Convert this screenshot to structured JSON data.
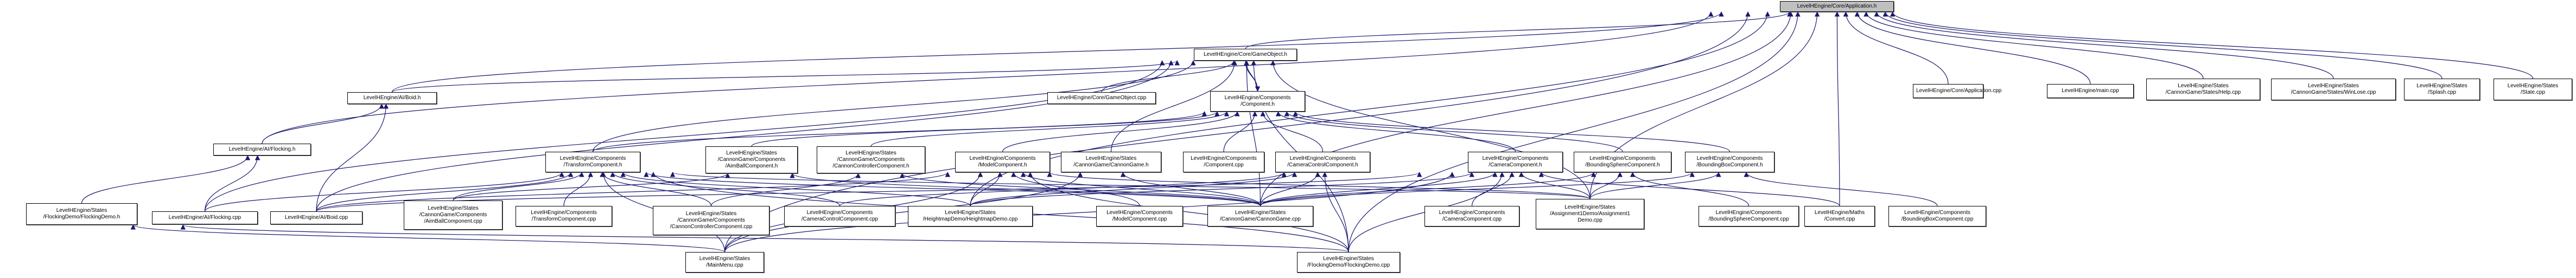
{
  "graph": {
    "title": "LevelHEngine/Core/Application.h include dependency graph",
    "edge_color": "#191970",
    "root_fill": "#bfbfbf",
    "node_fill": "#ffffff",
    "nodes": [
      {
        "id": "app_h",
        "lines": [
          "LevelHEngine/Core/Application.h"
        ],
        "root": true
      },
      {
        "id": "gameobject_h",
        "lines": [
          "LevelHEngine/Core/GameObject.h"
        ]
      },
      {
        "id": "app_cpp",
        "lines": [
          "LevelHEngine/Core/Application.cpp"
        ]
      },
      {
        "id": "main_cpp",
        "lines": [
          "LevelHEngine/main.cpp"
        ]
      },
      {
        "id": "help_cpp",
        "lines": [
          "LevelHEngine/States",
          "/CannonGame/States/Help.cpp"
        ]
      },
      {
        "id": "winlose_cpp",
        "lines": [
          "LevelHEngine/States",
          "/CannonGame/States/WinLose.cpp"
        ]
      },
      {
        "id": "splash_cpp",
        "lines": [
          "LevelHEngine/States",
          "/Splash.cpp"
        ]
      },
      {
        "id": "state_cpp",
        "lines": [
          "LevelHEngine/States",
          "/State.cpp"
        ]
      },
      {
        "id": "boid_h",
        "lines": [
          "LevelHEngine/AI/Boid.h"
        ]
      },
      {
        "id": "gameobject_cpp",
        "lines": [
          "LevelHEngine/Core/GameObject.cpp"
        ]
      },
      {
        "id": "component_h",
        "lines": [
          "LevelHEngine/Components",
          "/Component.h"
        ]
      },
      {
        "id": "flocking_h",
        "lines": [
          "LevelHEngine/AI/Flocking.h"
        ]
      },
      {
        "id": "transform_h",
        "lines": [
          "LevelHEngine/Components",
          "/TransformComponent.h"
        ]
      },
      {
        "id": "aimball_h",
        "lines": [
          "LevelHEngine/States",
          "/CannonGame/Components",
          "/AimBallComponent.h"
        ]
      },
      {
        "id": "cannonctrl_h",
        "lines": [
          "LevelHEngine/States",
          "/CannonGame/Components",
          "/CannonControllerComponent.h"
        ]
      },
      {
        "id": "model_h",
        "lines": [
          "LevelHEngine/Components",
          "/ModelComponent.h"
        ]
      },
      {
        "id": "cannongame_h",
        "lines": [
          "LevelHEngine/States",
          "/CannonGame/CannonGame.h"
        ]
      },
      {
        "id": "component_cpp",
        "lines": [
          "LevelHEngine/Components",
          "/Component.cpp"
        ]
      },
      {
        "id": "camctrl_h",
        "lines": [
          "LevelHEngine/Components",
          "/CameraControlComponent.h"
        ]
      },
      {
        "id": "camera_h",
        "lines": [
          "LevelHEngine/Components",
          "/CameraComponent.h"
        ]
      },
      {
        "id": "bsphere_h",
        "lines": [
          "LevelHEngine/Components",
          "/BoundingSphereComponent.h"
        ]
      },
      {
        "id": "bbox_h",
        "lines": [
          "LevelHEngine/Components",
          "/BoundingBoxComponent.h"
        ]
      },
      {
        "id": "flockdemo_h",
        "lines": [
          "LevelHEngine/States",
          "/FlockingDemo/FlockingDemo.h"
        ]
      },
      {
        "id": "flocking_cpp",
        "lines": [
          "LevelHEngine/AI/Flocking.cpp"
        ]
      },
      {
        "id": "boid_cpp",
        "lines": [
          "LevelHEngine/AI/Boid.cpp"
        ]
      },
      {
        "id": "aimball_cpp",
        "lines": [
          "LevelHEngine/States",
          "/CannonGame/Components",
          "/AimBallComponent.cpp"
        ]
      },
      {
        "id": "transform_cpp",
        "lines": [
          "LevelHEngine/Components",
          "/TransformComponent.cpp"
        ]
      },
      {
        "id": "cannonctrl_cpp",
        "lines": [
          "LevelHEngine/States",
          "/CannonGame/Components",
          "/CannonControllerComponent.cpp"
        ]
      },
      {
        "id": "camctrl_cpp",
        "lines": [
          "LevelHEngine/Components",
          "/CameraControlComponent.cpp"
        ]
      },
      {
        "id": "heightmap_cpp",
        "lines": [
          "LevelHEngine/States",
          "/HeightmapDemo/HeightmapDemo.cpp"
        ]
      },
      {
        "id": "model_cpp",
        "lines": [
          "LevelHEngine/Components",
          "/ModelComponent.cpp"
        ]
      },
      {
        "id": "cannongame_cpp",
        "lines": [
          "LevelHEngine/States",
          "/CannonGame/CannonGame.cpp"
        ]
      },
      {
        "id": "camera_cpp",
        "lines": [
          "LevelHEngine/Components",
          "/CameraComponent.cpp"
        ]
      },
      {
        "id": "assign1_cpp",
        "lines": [
          "LevelHEngine/States",
          "/Assignment1Demo/Assignment1",
          "Demo.cpp"
        ]
      },
      {
        "id": "bsphere_cpp",
        "lines": [
          "LevelHEngine/Components",
          "/BoundingSphereComponent.cpp"
        ]
      },
      {
        "id": "convert_cpp",
        "lines": [
          "LevelHEngine/Maths",
          "/Convert.cpp"
        ]
      },
      {
        "id": "bbox_cpp",
        "lines": [
          "LevelHEngine/Components",
          "/BoundingBoxComponent.cpp"
        ]
      },
      {
        "id": "mainmenu_cpp",
        "lines": [
          "LevelHEngine/States",
          "/MainMenu.cpp"
        ]
      },
      {
        "id": "flockdemo_cpp",
        "lines": [
          "LevelHEngine/States",
          "/FlockingDemo/FlockingDemo.cpp"
        ]
      }
    ],
    "edges": [
      [
        "gameobject_h",
        "app_h"
      ],
      [
        "app_cpp",
        "app_h"
      ],
      [
        "main_cpp",
        "app_h"
      ],
      [
        "help_cpp",
        "app_h"
      ],
      [
        "winlose_cpp",
        "app_h"
      ],
      [
        "splash_cpp",
        "app_h"
      ],
      [
        "state_cpp",
        "app_h"
      ],
      [
        "boid_h",
        "app_h"
      ],
      [
        "flocking_h",
        "app_h"
      ],
      [
        "mainmenu_cpp",
        "app_h"
      ],
      [
        "flockdemo_cpp",
        "app_h"
      ],
      [
        "cannongame_cpp",
        "app_h"
      ],
      [
        "assign1_cpp",
        "app_h"
      ],
      [
        "convert_cpp",
        "app_h"
      ],
      [
        "heightmap_cpp",
        "app_h"
      ],
      [
        "boid_h",
        "gameobject_h"
      ],
      [
        "gameobject_cpp",
        "gameobject_h"
      ],
      [
        "component_h",
        "gameobject_h"
      ],
      [
        "transform_h",
        "gameobject_h"
      ],
      [
        "cannongame_h",
        "gameobject_h"
      ],
      [
        "cannongame_cpp",
        "gameobject_h"
      ],
      [
        "assign1_cpp",
        "gameobject_h"
      ],
      [
        "flockdemo_cpp",
        "gameobject_h"
      ],
      [
        "boid_cpp",
        "gameobject_h"
      ],
      [
        "flocking_cpp",
        "gameobject_h"
      ],
      [
        "gameobject_h",
        "component_h"
      ],
      [
        "transform_h",
        "component_h"
      ],
      [
        "aimball_h",
        "component_h"
      ],
      [
        "cannonctrl_h",
        "component_h"
      ],
      [
        "model_h",
        "component_h"
      ],
      [
        "component_cpp",
        "component_h"
      ],
      [
        "camctrl_h",
        "component_h"
      ],
      [
        "camera_h",
        "component_h"
      ],
      [
        "bsphere_h",
        "component_h"
      ],
      [
        "bbox_h",
        "component_h"
      ],
      [
        "flocking_h",
        "boid_h"
      ],
      [
        "boid_cpp",
        "boid_h"
      ],
      [
        "flockdemo_h",
        "flocking_h"
      ],
      [
        "flocking_cpp",
        "flocking_h"
      ],
      [
        "flockdemo_cpp",
        "flockdemo_h"
      ],
      [
        "mainmenu_cpp",
        "flockdemo_h"
      ],
      [
        "boid_cpp",
        "transform_h"
      ],
      [
        "flocking_cpp",
        "transform_h"
      ],
      [
        "aimball_cpp",
        "transform_h"
      ],
      [
        "transform_cpp",
        "transform_h"
      ],
      [
        "cannonctrl_cpp",
        "transform_h"
      ],
      [
        "camctrl_cpp",
        "transform_h"
      ],
      [
        "heightmap_cpp",
        "transform_h"
      ],
      [
        "cannongame_cpp",
        "transform_h"
      ],
      [
        "mainmenu_cpp",
        "transform_h"
      ],
      [
        "flockdemo_cpp",
        "transform_h"
      ],
      [
        "assign1_cpp",
        "transform_h"
      ],
      [
        "aimball_cpp",
        "aimball_h"
      ],
      [
        "cannongame_cpp",
        "aimball_h"
      ],
      [
        "cannonctrl_cpp",
        "cannonctrl_h"
      ],
      [
        "cannongame_cpp",
        "cannonctrl_h"
      ],
      [
        "model_cpp",
        "model_h"
      ],
      [
        "heightmap_cpp",
        "model_h"
      ],
      [
        "cannongame_cpp",
        "model_h"
      ],
      [
        "mainmenu_cpp",
        "model_h"
      ],
      [
        "flockdemo_cpp",
        "model_h"
      ],
      [
        "assign1_cpp",
        "model_h"
      ],
      [
        "boid_cpp",
        "model_h"
      ],
      [
        "cannongame_cpp",
        "cannongame_h"
      ],
      [
        "mainmenu_cpp",
        "cannongame_h"
      ],
      [
        "camctrl_cpp",
        "camctrl_h"
      ],
      [
        "cannongame_cpp",
        "camctrl_h"
      ],
      [
        "flockdemo_cpp",
        "camctrl_h"
      ],
      [
        "heightmap_cpp",
        "camctrl_h"
      ],
      [
        "camera_cpp",
        "camera_h"
      ],
      [
        "cannongame_cpp",
        "camera_h"
      ],
      [
        "heightmap_cpp",
        "camera_h"
      ],
      [
        "assign1_cpp",
        "camera_h"
      ],
      [
        "flockdemo_cpp",
        "camera_h"
      ],
      [
        "mainmenu_cpp",
        "camera_h"
      ],
      [
        "convert_cpp",
        "camera_h"
      ],
      [
        "boid_cpp",
        "camera_h"
      ],
      [
        "bsphere_cpp",
        "bsphere_h"
      ],
      [
        "assign1_cpp",
        "bsphere_h"
      ],
      [
        "cannongame_cpp",
        "bsphere_h"
      ],
      [
        "bbox_cpp",
        "bbox_h"
      ],
      [
        "assign1_cpp",
        "bbox_h"
      ],
      [
        "cannongame_cpp",
        "bbox_h"
      ]
    ]
  }
}
